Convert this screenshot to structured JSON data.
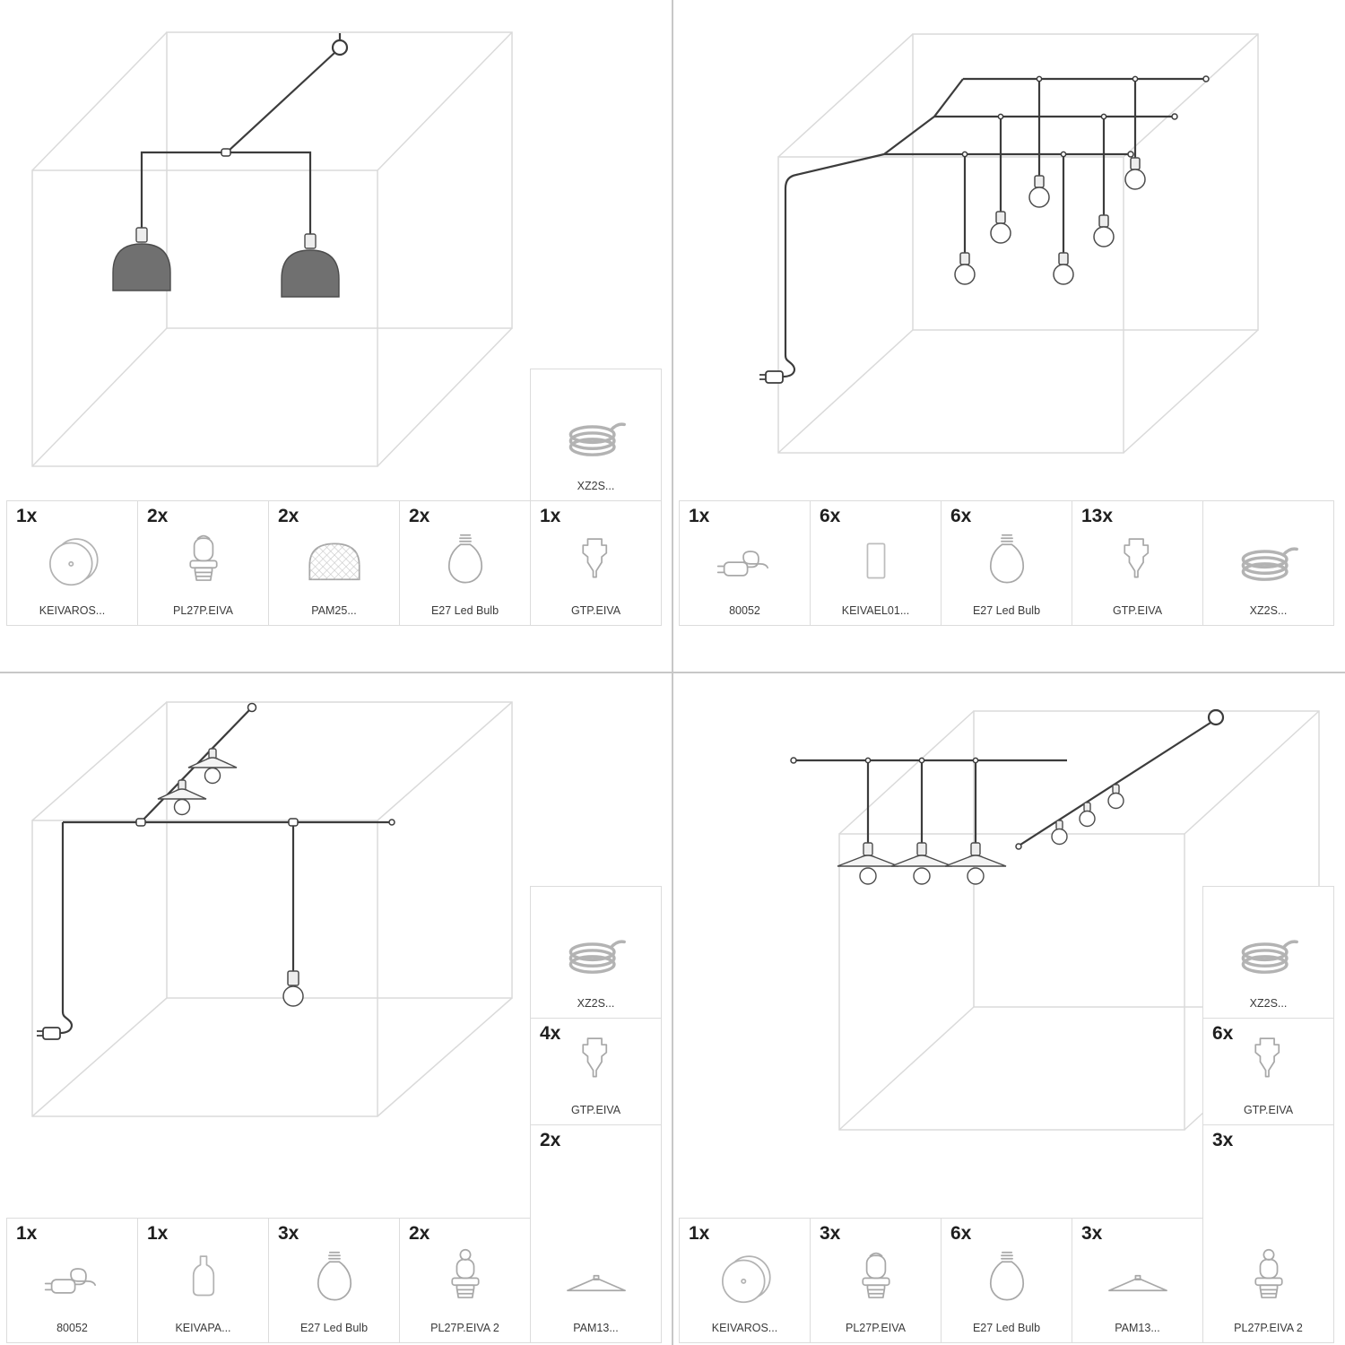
{
  "page": {
    "background": "#ffffff",
    "divider_color": "#c7c7c7",
    "cable_color": "#3c3c3c",
    "cube_color": "#dadada",
    "shade_fill": "#707070"
  },
  "quadrants": [
    {
      "name": "kit-two-dome-pendants",
      "column_parts": [
        {
          "qty": "",
          "label": "XZ2S...",
          "icon": "cable-coil"
        }
      ],
      "row_parts": [
        {
          "qty": "1x",
          "label": "KEIVAROS...",
          "icon": "ceiling-rose"
        },
        {
          "qty": "2x",
          "label": "PL27P.EIVA",
          "icon": "lamp-holder"
        },
        {
          "qty": "2x",
          "label": "PAM25...",
          "icon": "dome-shade"
        },
        {
          "qty": "2x",
          "label": "E27 Led Bulb",
          "icon": "e27-bulb"
        },
        {
          "qty": "1x",
          "label": "GTP.EIVA",
          "icon": "cable-gland"
        }
      ]
    },
    {
      "name": "kit-ceiling-grid-six-bulbs",
      "column_parts": [],
      "row_parts": [
        {
          "qty": "1x",
          "label": "80052",
          "icon": "plug"
        },
        {
          "qty": "6x",
          "label": "KEIVAEL01...",
          "icon": "rect-cover"
        },
        {
          "qty": "6x",
          "label": "E27 Led Bulb",
          "icon": "e27-bulb"
        },
        {
          "qty": "13x",
          "label": "GTP.EIVA",
          "icon": "cable-gland"
        },
        {
          "qty": "",
          "label": "XZ2S...",
          "icon": "cable-coil"
        }
      ]
    },
    {
      "name": "kit-wall-plug-pendants",
      "column_parts": [
        {
          "qty": "",
          "label": "XZ2S...",
          "icon": "cable-coil"
        },
        {
          "qty": "4x",
          "label": "GTP.EIVA",
          "icon": "cable-gland"
        }
      ],
      "row_parts": [
        {
          "qty": "1x",
          "label": "80052",
          "icon": "plug"
        },
        {
          "qty": "1x",
          "label": "KEIVAPA...",
          "icon": "bottle-holder"
        },
        {
          "qty": "3x",
          "label": "E27 Led Bulb",
          "icon": "e27-bulb"
        },
        {
          "qty": "2x",
          "label": "PL27P.EIVA 2",
          "icon": "lamp-holder-2"
        },
        {
          "qty": "2x",
          "label": "PAM13...",
          "icon": "flat-shade"
        }
      ]
    },
    {
      "name": "kit-three-saucer-pendants",
      "column_parts": [
        {
          "qty": "",
          "label": "XZ2S...",
          "icon": "cable-coil"
        },
        {
          "qty": "6x",
          "label": "GTP.EIVA",
          "icon": "cable-gland"
        }
      ],
      "row_parts": [
        {
          "qty": "1x",
          "label": "KEIVAROS...",
          "icon": "ceiling-rose"
        },
        {
          "qty": "3x",
          "label": "PL27P.EIVA",
          "icon": "lamp-holder"
        },
        {
          "qty": "6x",
          "label": "E27 Led Bulb",
          "icon": "e27-bulb"
        },
        {
          "qty": "3x",
          "label": "PAM13...",
          "icon": "flat-shade"
        },
        {
          "qty": "3x",
          "label": "PL27P.EIVA 2",
          "icon": "lamp-holder-2"
        }
      ]
    }
  ]
}
